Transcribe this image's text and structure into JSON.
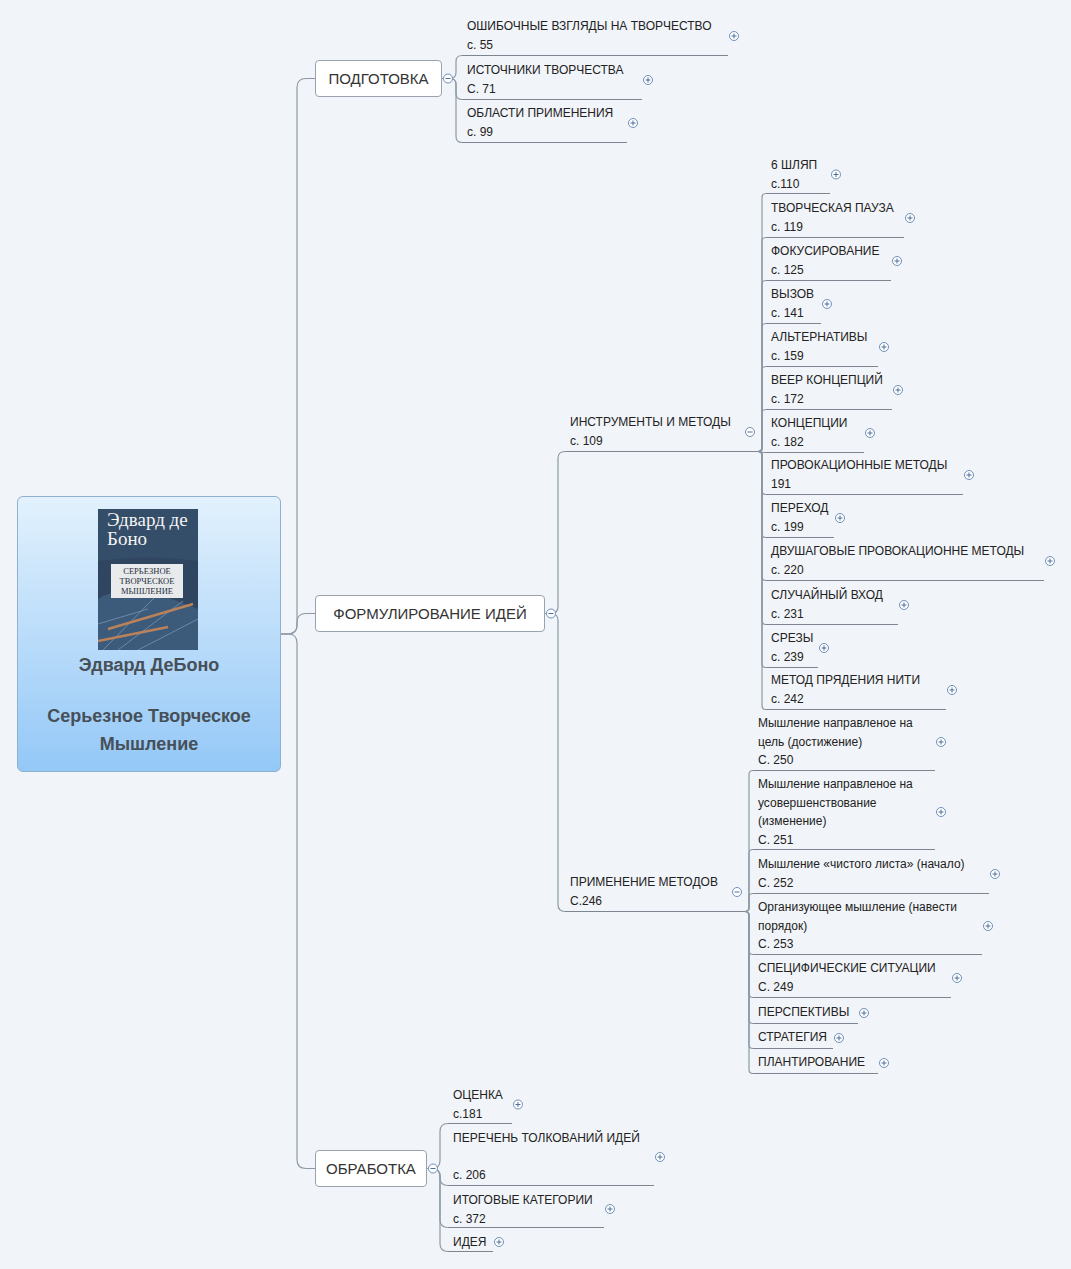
{
  "diagram": {
    "nodes": [
      {
        "text": [
          "Эдвард ДеБоно",
          "Серьезное Творческое Мышление"
        ]
      },
      {
        "text": [
          "ПОДГОТОВКА"
        ]
      },
      {
        "text": [
          "ОШИБОЧНЫЕ ВЗГЛЯДЫ НА ТВОРЧЕСТВО",
          "с. 55"
        ]
      },
      {
        "text": [
          "ИСТОЧНИКИ ТВОРЧЕСТВА",
          "С. 71"
        ]
      },
      {
        "text": [
          "ОБЛАСТИ ПРИМЕНЕНИЯ",
          "с. 99"
        ]
      },
      {
        "text": [
          "ФОРМУЛИРОВАНИЕ ИДЕЙ"
        ]
      },
      {
        "text": [
          "ИНСТРУМЕНТЫ И МЕТОДЫ",
          "с. 109"
        ]
      },
      {
        "text": [
          "6 ШЛЯП",
          "с.110"
        ]
      },
      {
        "text": [
          "ТВОРЧЕСКАЯ ПАУЗА",
          "с. 119"
        ]
      },
      {
        "text": [
          "ФОКУСИРОВАНИЕ",
          "с. 125"
        ]
      },
      {
        "text": [
          "ВЫЗОВ",
          "с. 141"
        ]
      },
      {
        "text": [
          "АЛЬТЕРНАТИВЫ",
          "с. 159"
        ]
      },
      {
        "text": [
          "ВЕЕР КОНЦЕПЦИЙ",
          "с. 172"
        ]
      },
      {
        "text": [
          "КОНЦЕПЦИИ",
          "с. 182"
        ]
      },
      {
        "text": [
          "ПРОВОКАЦИОННЫЕ МЕТОДЫ",
          "191"
        ]
      },
      {
        "text": [
          "ПЕРЕХОД",
          "с. 199"
        ]
      },
      {
        "text": [
          "ДВУШАГОВЫЕ ПРОВОКАЦИОННЕ МЕТОДЫ",
          "с. 220"
        ]
      },
      {
        "text": [
          "СЛУЧАЙНЫЙ ВХОД",
          "с. 231"
        ]
      },
      {
        "text": [
          "СРЕЗЫ",
          "с. 239"
        ]
      },
      {
        "text": [
          "МЕТОД ПРЯДЕНИЯ НИТИ",
          "с. 242"
        ]
      },
      {
        "text": [
          "ПРИМЕНЕНИЕ МЕТОДОВ",
          "С.246"
        ]
      },
      {
        "text": [
          "Мышление направленое на цель (достижение)",
          "С. 250"
        ]
      },
      {
        "text": [
          "Мышление направленое на усовершенствование (изменение)",
          "С. 251"
        ]
      },
      {
        "text": [
          "Мышление «чистого листа» (начало)",
          "С. 252"
        ]
      },
      {
        "text": [
          "Организующее мышление (навести порядок)",
          "С. 253"
        ]
      },
      {
        "text": [
          "СПЕЦИФИЧЕСКИЕ СИТУАЦИИ",
          "С. 249"
        ]
      },
      {
        "text": [
          "ПЕРСПЕКТИВЫ"
        ]
      },
      {
        "text": [
          "СТРАТЕГИЯ"
        ]
      },
      {
        "text": [
          "ПЛАНТИРОВАНИЕ"
        ]
      },
      {
        "text": [
          "ОБРАБОТКА"
        ]
      },
      {
        "text": [
          "ОЦЕНКА",
          "с.181"
        ]
      },
      {
        "text": [
          "ПЕРЕЧЕНЬ ТОЛКОВАНИЙ ИДЕЙ",
          "с. 206"
        ]
      },
      {
        "text": [
          "ИТОГОВЫЕ КАТЕГОРИИ",
          "с. 372"
        ]
      },
      {
        "text": [
          "ИДЕЯ"
        ]
      }
    ],
    "edges": [
      {
        "from": 0,
        "to": 1,
        "arrow": "none"
      },
      {
        "from": 0,
        "to": 5,
        "arrow": "none"
      },
      {
        "from": 0,
        "to": 29,
        "arrow": "none"
      },
      {
        "from": 1,
        "to": 2,
        "arrow": "none"
      },
      {
        "from": 1,
        "to": 3,
        "arrow": "none"
      },
      {
        "from": 1,
        "to": 4,
        "arrow": "none"
      },
      {
        "from": 5,
        "to": 6,
        "arrow": "none"
      },
      {
        "from": 5,
        "to": 20,
        "arrow": "none"
      },
      {
        "from": 6,
        "to": 7,
        "arrow": "none"
      },
      {
        "from": 6,
        "to": 8,
        "arrow": "none"
      },
      {
        "from": 6,
        "to": 9,
        "arrow": "none"
      },
      {
        "from": 6,
        "to": 10,
        "arrow": "none"
      },
      {
        "from": 6,
        "to": 11,
        "arrow": "none"
      },
      {
        "from": 6,
        "to": 12,
        "arrow": "none"
      },
      {
        "from": 6,
        "to": 13,
        "arrow": "none"
      },
      {
        "from": 6,
        "to": 14,
        "arrow": "none"
      },
      {
        "from": 6,
        "to": 15,
        "arrow": "none"
      },
      {
        "from": 6,
        "to": 16,
        "arrow": "none"
      },
      {
        "from": 6,
        "to": 17,
        "arrow": "none"
      },
      {
        "from": 6,
        "to": 18,
        "arrow": "none"
      },
      {
        "from": 6,
        "to": 19,
        "arrow": "none"
      },
      {
        "from": 20,
        "to": 21,
        "arrow": "none"
      },
      {
        "from": 20,
        "to": 22,
        "arrow": "none"
      },
      {
        "from": 20,
        "to": 23,
        "arrow": "none"
      },
      {
        "from": 20,
        "to": 24,
        "arrow": "none"
      },
      {
        "from": 20,
        "to": 25,
        "arrow": "none"
      },
      {
        "from": 20,
        "to": 26,
        "arrow": "none"
      },
      {
        "from": 20,
        "to": 27,
        "arrow": "none"
      },
      {
        "from": 20,
        "to": 28,
        "arrow": "none"
      },
      {
        "from": 29,
        "to": 30,
        "arrow": "none"
      },
      {
        "from": 29,
        "to": 31,
        "arrow": "none"
      },
      {
        "from": 29,
        "to": 32,
        "arrow": "none"
      },
      {
        "from": 29,
        "to": 33,
        "arrow": "none"
      }
    ],
    "labels": [
      "Эдвард де Боно",
      "СЕРЬЕЗНОЕ ТВОРЧЕСКОЕ МЫШЛЕНИЕ"
    ]
  }
}
